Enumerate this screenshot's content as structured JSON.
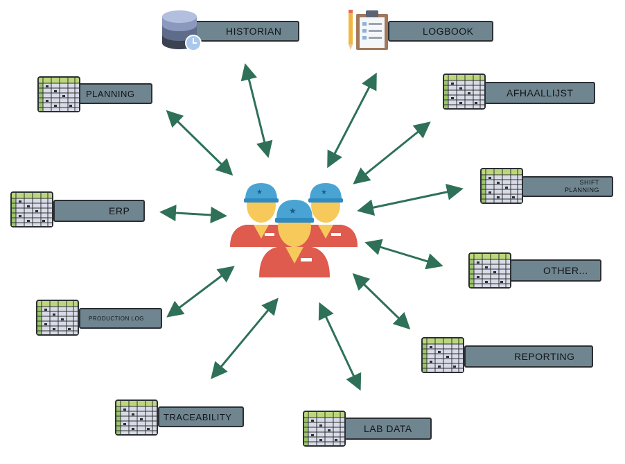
{
  "center": {
    "name": "operators-team"
  },
  "colors": {
    "arrow": "#2e7158",
    "label_bg": "#6f858f",
    "sheet_header": "#bcd77a",
    "sheet_grid": "#d8dbe6",
    "shirt": "#de5b4e",
    "cap": "#4aa4d3",
    "skin": "#f7c95b"
  },
  "nodes": {
    "historian": {
      "label": "HISTORIAN",
      "icon": "database-clock-icon"
    },
    "logbook": {
      "label": "LOGBOOK",
      "icon": "clipboard-pencil-icon"
    },
    "planning": {
      "label": "PLANNING",
      "icon": "spreadsheet-icon"
    },
    "afhaallijst": {
      "label": "AFHAALLIJST",
      "icon": "spreadsheet-icon"
    },
    "shift_planning": {
      "label_line1": "SHIFT",
      "label_line2": "PLANNING",
      "icon": "spreadsheet-icon"
    },
    "erp": {
      "label": "ERP",
      "icon": "spreadsheet-icon"
    },
    "other": {
      "label": "OTHER...",
      "icon": "spreadsheet-icon"
    },
    "production_log": {
      "label": "PRODUCTION LOG",
      "icon": "spreadsheet-icon"
    },
    "reporting": {
      "label": "REPORTING",
      "icon": "spreadsheet-icon"
    },
    "traceability": {
      "label": "TRACEABILITY",
      "icon": "spreadsheet-icon"
    },
    "lab_data": {
      "label": "LAB DATA",
      "icon": "spreadsheet-icon"
    }
  }
}
